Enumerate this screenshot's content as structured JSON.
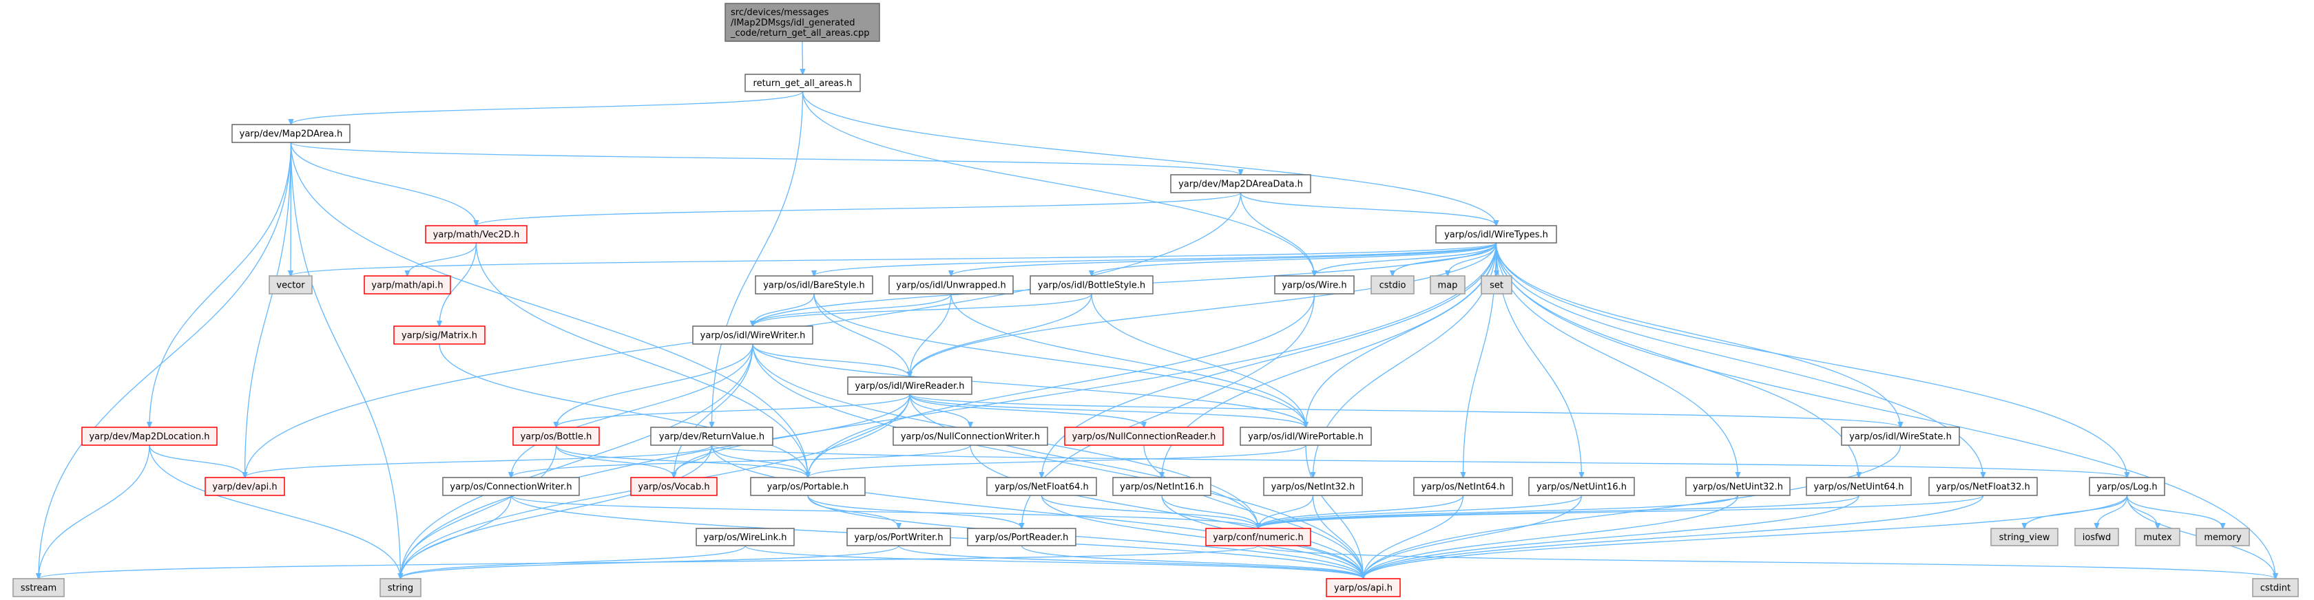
{
  "graph": {
    "type": "include-dependency-graph",
    "colors": {
      "edge": "#63B8FF",
      "root_fill": "#999999",
      "root_stroke": "#666666",
      "normal_fill": "#FFFFFF",
      "normal_stroke": "#666666",
      "red_fill": "#FFF0F0",
      "red_stroke": "#FF0000",
      "system_fill": "#E0E0E0",
      "system_stroke": "#999999"
    },
    "nodes": [
      {
        "id": "root",
        "label": "src/devices/messages\n/IMap2DMsgs/idl_generated\n_code/return_get_all_areas.cpp",
        "style": "root"
      },
      {
        "id": "ret",
        "label": "return_get_all_areas.h",
        "style": "normal"
      },
      {
        "id": "map2darea",
        "label": "yarp/dev/Map2DArea.h",
        "style": "normal"
      },
      {
        "id": "map2dareadata",
        "label": "yarp/dev/Map2DAreaData.h",
        "style": "normal"
      },
      {
        "id": "vec2d",
        "label": "yarp/math/Vec2D.h",
        "style": "red"
      },
      {
        "id": "vector",
        "label": "vector",
        "style": "system"
      },
      {
        "id": "mathapi",
        "label": "yarp/math/api.h",
        "style": "red"
      },
      {
        "id": "matrix",
        "label": "yarp/sig/Matrix.h",
        "style": "red"
      },
      {
        "id": "map2dloc",
        "label": "yarp/dev/Map2DLocation.h",
        "style": "red"
      },
      {
        "id": "devapi",
        "label": "yarp/dev/api.h",
        "style": "red"
      },
      {
        "id": "wiretypes",
        "label": "yarp/os/idl/WireTypes.h",
        "style": "normal"
      },
      {
        "id": "barestyle",
        "label": "yarp/os/idl/BareStyle.h",
        "style": "normal"
      },
      {
        "id": "unwrapped",
        "label": "yarp/os/idl/Unwrapped.h",
        "style": "normal"
      },
      {
        "id": "bottlestyle",
        "label": "yarp/os/idl/BottleStyle.h",
        "style": "normal"
      },
      {
        "id": "wire",
        "label": "yarp/os/Wire.h",
        "style": "normal"
      },
      {
        "id": "cstdio",
        "label": "cstdio",
        "style": "system"
      },
      {
        "id": "map",
        "label": "map",
        "style": "system"
      },
      {
        "id": "set",
        "label": "set",
        "style": "system"
      },
      {
        "id": "wirewriter",
        "label": "yarp/os/idl/WireWriter.h",
        "style": "normal"
      },
      {
        "id": "wirereader",
        "label": "yarp/os/idl/WireReader.h",
        "style": "normal"
      },
      {
        "id": "bottle",
        "label": "yarp/os/Bottle.h",
        "style": "red"
      },
      {
        "id": "returnvalue",
        "label": "yarp/dev/ReturnValue.h",
        "style": "normal"
      },
      {
        "id": "nullcw",
        "label": "yarp/os/NullConnectionWriter.h",
        "style": "normal"
      },
      {
        "id": "nullcr",
        "label": "yarp/os/NullConnectionReader.h",
        "style": "red"
      },
      {
        "id": "wireportable",
        "label": "yarp/os/idl/WirePortable.h",
        "style": "normal"
      },
      {
        "id": "wirestate",
        "label": "yarp/os/idl/WireState.h",
        "style": "normal"
      },
      {
        "id": "connwriter",
        "label": "yarp/os/ConnectionWriter.h",
        "style": "normal"
      },
      {
        "id": "vocab",
        "label": "yarp/os/Vocab.h",
        "style": "red"
      },
      {
        "id": "portable",
        "label": "yarp/os/Portable.h",
        "style": "normal"
      },
      {
        "id": "netfloat64",
        "label": "yarp/os/NetFloat64.h",
        "style": "normal"
      },
      {
        "id": "netint16",
        "label": "yarp/os/NetInt16.h",
        "style": "normal"
      },
      {
        "id": "netint32",
        "label": "yarp/os/NetInt32.h",
        "style": "normal"
      },
      {
        "id": "netint64",
        "label": "yarp/os/NetInt64.h",
        "style": "normal"
      },
      {
        "id": "netuint16",
        "label": "yarp/os/NetUint16.h",
        "style": "normal"
      },
      {
        "id": "netuint32",
        "label": "yarp/os/NetUint32.h",
        "style": "normal"
      },
      {
        "id": "netuint64",
        "label": "yarp/os/NetUint64.h",
        "style": "normal"
      },
      {
        "id": "netfloat32",
        "label": "yarp/os/NetFloat32.h",
        "style": "normal"
      },
      {
        "id": "log",
        "label": "yarp/os/Log.h",
        "style": "normal"
      },
      {
        "id": "wirelink",
        "label": "yarp/os/WireLink.h",
        "style": "normal"
      },
      {
        "id": "portwriter",
        "label": "yarp/os/PortWriter.h",
        "style": "normal"
      },
      {
        "id": "portreader",
        "label": "yarp/os/PortReader.h",
        "style": "normal"
      },
      {
        "id": "numeric",
        "label": "yarp/conf/numeric.h",
        "style": "red"
      },
      {
        "id": "string_view",
        "label": "string_view",
        "style": "system"
      },
      {
        "id": "iosfwd",
        "label": "iosfwd",
        "style": "system"
      },
      {
        "id": "mutex",
        "label": "mutex",
        "style": "system"
      },
      {
        "id": "memory",
        "label": "memory",
        "style": "system"
      },
      {
        "id": "sstream",
        "label": "sstream",
        "style": "system"
      },
      {
        "id": "string",
        "label": "string",
        "style": "system"
      },
      {
        "id": "osapi",
        "label": "yarp/os/api.h",
        "style": "red"
      },
      {
        "id": "cstdint",
        "label": "cstdint",
        "style": "system"
      }
    ],
    "edges": [
      [
        "root",
        "ret"
      ],
      [
        "ret",
        "map2darea"
      ],
      [
        "ret",
        "wire"
      ],
      [
        "ret",
        "wiretypes"
      ],
      [
        "ret",
        "returnvalue"
      ],
      [
        "map2darea",
        "map2dareadata"
      ],
      [
        "map2darea",
        "vec2d"
      ],
      [
        "map2darea",
        "vector"
      ],
      [
        "map2darea",
        "devapi"
      ],
      [
        "map2darea",
        "map2dloc"
      ],
      [
        "map2darea",
        "sstream"
      ],
      [
        "map2darea",
        "string"
      ],
      [
        "map2darea",
        "portable"
      ],
      [
        "map2dareadata",
        "vec2d"
      ],
      [
        "map2dareadata",
        "devapi"
      ],
      [
        "map2dareadata",
        "wiretypes"
      ],
      [
        "map2dareadata",
        "wire"
      ],
      [
        "vec2d",
        "mathapi"
      ],
      [
        "vec2d",
        "matrix"
      ],
      [
        "vec2d",
        "portable"
      ],
      [
        "matrix",
        "portable"
      ],
      [
        "map2dloc",
        "devapi"
      ],
      [
        "map2dloc",
        "sstream"
      ],
      [
        "map2dloc",
        "string"
      ],
      [
        "wiretypes",
        "vector"
      ],
      [
        "wiretypes",
        "string"
      ],
      [
        "wiretypes",
        "barestyle"
      ],
      [
        "wiretypes",
        "unwrapped"
      ],
      [
        "wiretypes",
        "bottlestyle"
      ],
      [
        "wiretypes",
        "wire"
      ],
      [
        "wiretypes",
        "cstdio"
      ],
      [
        "wiretypes",
        "map"
      ],
      [
        "wiretypes",
        "set"
      ],
      [
        "wiretypes",
        "wirewriter"
      ],
      [
        "wiretypes",
        "wirereader"
      ],
      [
        "wiretypes",
        "wireportable"
      ],
      [
        "wiretypes",
        "wirestate"
      ],
      [
        "wiretypes",
        "netint16"
      ],
      [
        "wiretypes",
        "netint32"
      ],
      [
        "wiretypes",
        "netint64"
      ],
      [
        "wiretypes",
        "netuint16"
      ],
      [
        "wiretypes",
        "netuint32"
      ],
      [
        "wiretypes",
        "netuint64"
      ],
      [
        "wiretypes",
        "netfloat32"
      ],
      [
        "wiretypes",
        "netfloat64"
      ],
      [
        "wiretypes",
        "log"
      ],
      [
        "wiretypes",
        "cstdint"
      ],
      [
        "barestyle",
        "wirewriter"
      ],
      [
        "barestyle",
        "wirereader"
      ],
      [
        "barestyle",
        "wireportable"
      ],
      [
        "unwrapped",
        "wirewriter"
      ],
      [
        "unwrapped",
        "wirereader"
      ],
      [
        "unwrapped",
        "wireportable"
      ],
      [
        "bottlestyle",
        "wirewriter"
      ],
      [
        "bottlestyle",
        "wirereader"
      ],
      [
        "bottlestyle",
        "wireportable"
      ],
      [
        "wire",
        "portable"
      ],
      [
        "wire",
        "portreader"
      ],
      [
        "wirewriter",
        "wirereader"
      ],
      [
        "wirewriter",
        "bottle"
      ],
      [
        "wirewriter",
        "vocab"
      ],
      [
        "wirewriter",
        "string"
      ],
      [
        "wirewriter",
        "connwriter"
      ],
      [
        "wirewriter",
        "wireportable"
      ],
      [
        "wirewriter",
        "numeric"
      ],
      [
        "wirewriter",
        "osapi"
      ],
      [
        "wirereader",
        "nullcw"
      ],
      [
        "wirereader",
        "nullcr"
      ],
      [
        "wirereader",
        "wireportable"
      ],
      [
        "wirereader",
        "wirestate"
      ],
      [
        "wirereader",
        "bottle"
      ],
      [
        "wirereader",
        "vocab"
      ],
      [
        "wirereader",
        "string"
      ],
      [
        "wirereader",
        "portable"
      ],
      [
        "wirereader",
        "numeric"
      ],
      [
        "returnvalue",
        "devapi"
      ],
      [
        "returnvalue",
        "vocab"
      ],
      [
        "returnvalue",
        "string"
      ],
      [
        "returnvalue",
        "portable"
      ],
      [
        "returnvalue",
        "log"
      ],
      [
        "returnvalue",
        "osapi"
      ],
      [
        "bottle",
        "vocab"
      ],
      [
        "bottle",
        "string"
      ],
      [
        "bottle",
        "portable"
      ],
      [
        "connwriter",
        "string"
      ],
      [
        "connwriter",
        "osapi"
      ],
      [
        "connwriter",
        "numeric"
      ],
      [
        "nullcw",
        "connwriter"
      ],
      [
        "nullcw",
        "osapi"
      ],
      [
        "nullcr",
        "osapi"
      ],
      [
        "wireportable",
        "portable"
      ],
      [
        "wireportable",
        "osapi"
      ],
      [
        "portable",
        "portwriter"
      ],
      [
        "portable",
        "portreader"
      ],
      [
        "portable",
        "osapi"
      ],
      [
        "portwriter",
        "osapi"
      ],
      [
        "portwriter",
        "string"
      ],
      [
        "portreader",
        "osapi"
      ],
      [
        "wirelink",
        "osapi"
      ],
      [
        "wirelink",
        "string"
      ],
      [
        "wirestate",
        "osapi"
      ],
      [
        "netfloat64",
        "numeric"
      ],
      [
        "netfloat64",
        "osapi"
      ],
      [
        "netint16",
        "numeric"
      ],
      [
        "netint16",
        "osapi"
      ],
      [
        "netint32",
        "numeric"
      ],
      [
        "netint32",
        "osapi"
      ],
      [
        "netint64",
        "numeric"
      ],
      [
        "netint64",
        "osapi"
      ],
      [
        "netuint16",
        "numeric"
      ],
      [
        "netuint16",
        "osapi"
      ],
      [
        "netuint32",
        "numeric"
      ],
      [
        "netuint32",
        "osapi"
      ],
      [
        "netuint64",
        "numeric"
      ],
      [
        "netuint64",
        "osapi"
      ],
      [
        "netfloat32",
        "numeric"
      ],
      [
        "netfloat32",
        "osapi"
      ],
      [
        "log",
        "string_view"
      ],
      [
        "log",
        "iosfwd"
      ],
      [
        "log",
        "mutex"
      ],
      [
        "log",
        "memory"
      ],
      [
        "log",
        "cstdint"
      ],
      [
        "log",
        "osapi"
      ],
      [
        "numeric",
        "cstdint"
      ],
      [
        "numeric",
        "sstream"
      ]
    ]
  }
}
